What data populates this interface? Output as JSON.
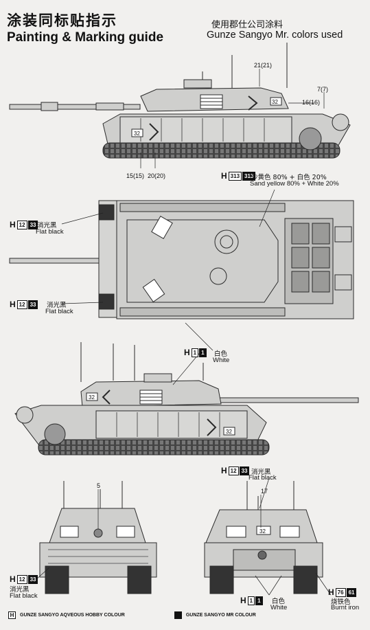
{
  "header": {
    "title_cn": "涂装同标贴指示",
    "title_en": "Painting & Marking guide",
    "source_cn": "使用郡仕公司涂料",
    "source_en": "Gunze Sangyo Mr. colors used"
  },
  "decal_callouts": {
    "c21": "21(21)",
    "c7": "7(7)",
    "c16": "16(16)",
    "c15": "15(15)",
    "c20": "20(20)",
    "c5": "5",
    "c17": "17"
  },
  "markings": {
    "turret_number": "32",
    "hull_number": "32"
  },
  "paints": {
    "sand": {
      "h": "H",
      "code1": "313",
      "code2": "313",
      "cn": "沙黄色  80% + 白色   20%",
      "en": "Sand yellow  80% + White  20%"
    },
    "flat_black_1": {
      "h": "H",
      "code1": "12",
      "code2": "33",
      "cn": "消光黑",
      "en": "Flat black"
    },
    "flat_black_2": {
      "h": "H",
      "code1": "12",
      "code2": "33",
      "cn": "消光黑",
      "en": "Flat black"
    },
    "white_1": {
      "h": "H",
      "code1": "1",
      "code2": "1",
      "cn": "白色",
      "en": "White"
    },
    "flat_black_3": {
      "h": "H",
      "code1": "12",
      "code2": "33",
      "cn": "消光黑",
      "en": "Flat black"
    },
    "flat_black_4": {
      "h": "H",
      "code1": "12",
      "code2": "33",
      "cn": "消光黑",
      "en": "Flat black"
    },
    "white_2": {
      "h": "H",
      "code1": "1",
      "code2": "1",
      "cn": "白色",
      "en": "White"
    },
    "burnt_iron": {
      "h": "H",
      "code1": "76",
      "code2": "61",
      "cn": "烧铁色",
      "en": "Burnt iron"
    }
  },
  "footer": {
    "aq_box": "H",
    "aq_label": "GUNZE SANGYO AQVEOUS HOBBY COLOUR",
    "mr_box": "",
    "mr_label": "GUNZE SANGYO MR COLOUR"
  },
  "colors": {
    "tank_fill": "#cfcfcd",
    "outline": "#2a2a2a",
    "track": "#3a3a3a"
  }
}
